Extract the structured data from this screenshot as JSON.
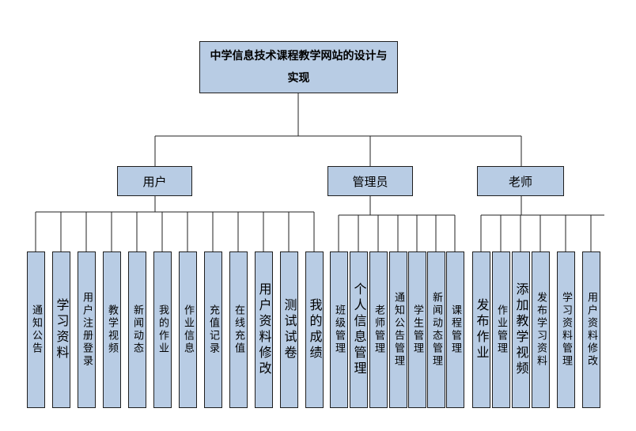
{
  "title": "中学信息技术课程教学网站的设计与实现",
  "groups": [
    {
      "label": "用户",
      "children": [
        "通知公告",
        "学习资料",
        "用户注册登录",
        "教学视频",
        "新闻动态",
        "我的作业",
        "作业信息",
        "充值记录",
        "在线充值",
        "用户资料修改",
        "测试试卷",
        "我的成绩"
      ]
    },
    {
      "label": "管理员",
      "children": [
        "班级管理",
        "个人信息管理",
        "老师管理",
        "通知公告管理",
        "学生管理",
        "新闻动态管理",
        "课程管理"
      ]
    },
    {
      "label": "老师",
      "children": [
        "发布作业",
        "作业管理",
        "添加教学视频",
        "发布学习资料",
        "学习资料管理",
        "用户资料修改"
      ]
    }
  ]
}
